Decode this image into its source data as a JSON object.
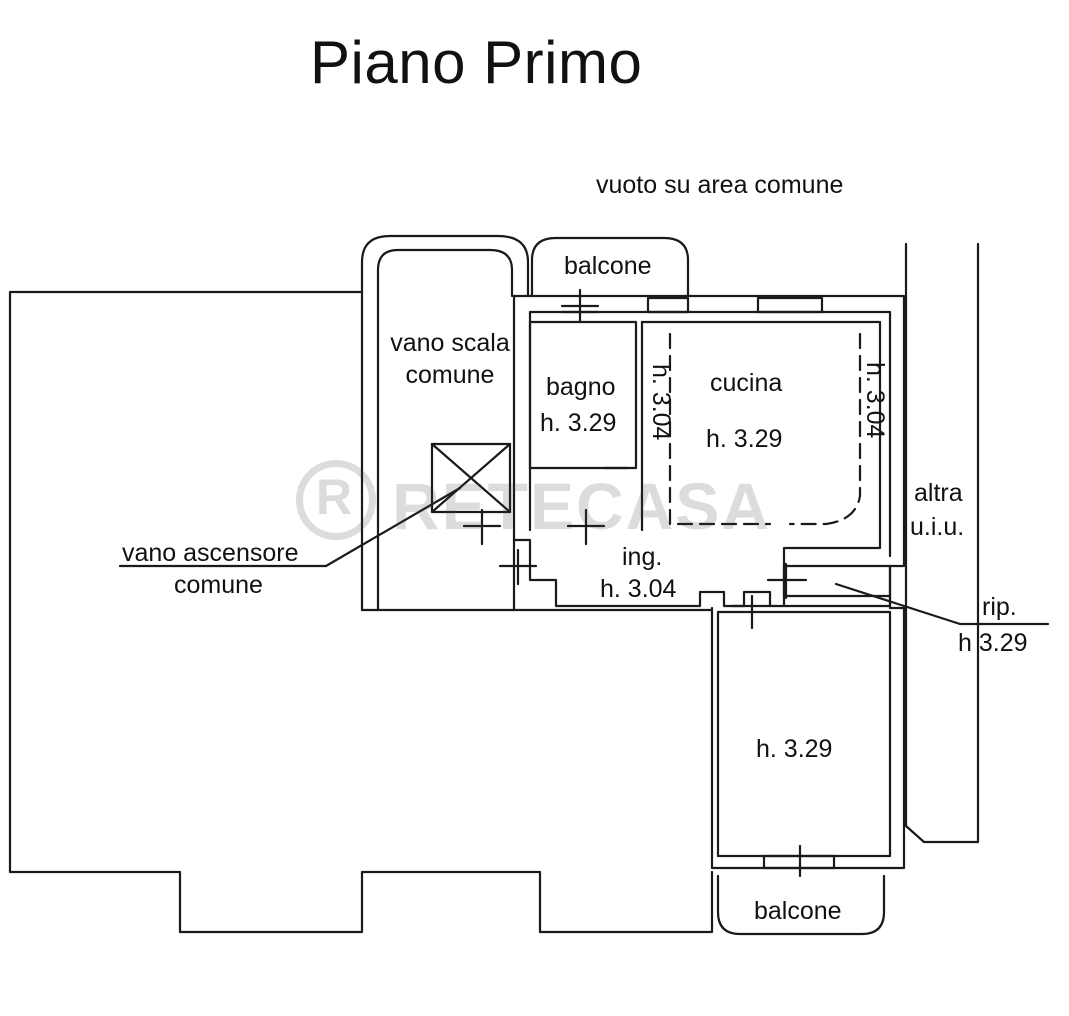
{
  "title": "Piano Primo",
  "labels": {
    "void_area": "vuoto su area comune",
    "balcony_top": "balcone",
    "stair_line1": "vano scala",
    "stair_line2": "comune",
    "bath_name": "bagno",
    "bath_height": "h. 3.29",
    "kitchen_name": "cucina",
    "kitchen_height": "h. 3.29",
    "ceiling_left": "h. 3.04",
    "ceiling_right": "h. 3.04",
    "other_unit_line1": "altra",
    "other_unit_line2": "u.i.u.",
    "lift_line1": "vano ascensore",
    "lift_line2": "comune",
    "entrance_name": "ing.",
    "entrance_height": "h. 3.04",
    "storage_name": "rip.",
    "storage_height": "h  3.29",
    "room_height": "h. 3.29",
    "balcony_bottom": "balcone"
  },
  "watermark": {
    "text": "RETECASA",
    "mark": "R"
  },
  "colors": {
    "line": "#1a1a1a",
    "background": "#ffffff",
    "watermark": "#444444"
  }
}
